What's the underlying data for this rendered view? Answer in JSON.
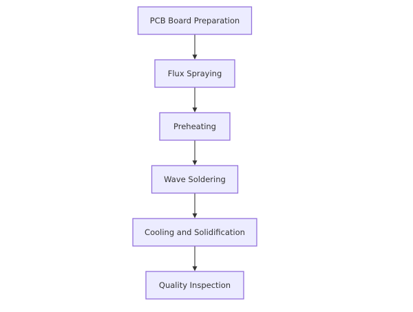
{
  "diagram": {
    "type": "flowchart",
    "direction": "top-to-bottom",
    "colors": {
      "node_fill": "#ECECFF",
      "node_stroke": "#9370DB",
      "text": "#333333",
      "edge": "#333333"
    },
    "nodes": [
      {
        "id": "A",
        "label": "PCB Board Preparation"
      },
      {
        "id": "B",
        "label": "Flux Spraying"
      },
      {
        "id": "C",
        "label": "Preheating"
      },
      {
        "id": "D",
        "label": "Wave Soldering"
      },
      {
        "id": "E",
        "label": "Cooling and Solidification"
      },
      {
        "id": "F",
        "label": "Quality Inspection"
      }
    ],
    "edges": [
      {
        "from": "A",
        "to": "B"
      },
      {
        "from": "B",
        "to": "C"
      },
      {
        "from": "C",
        "to": "D"
      },
      {
        "from": "D",
        "to": "E"
      },
      {
        "from": "E",
        "to": "F"
      }
    ]
  }
}
